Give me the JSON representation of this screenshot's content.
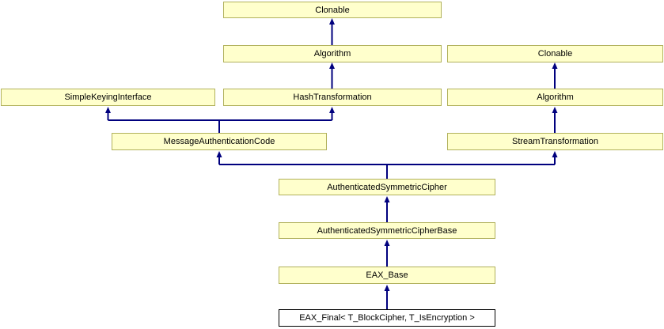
{
  "diagram": {
    "type": "class-inheritance-graph",
    "colors": {
      "node_fill": "#ffffcc",
      "node_border": "#b1b15c",
      "current_node_fill": "#ffffff",
      "current_node_border": "#000000",
      "edge": "#00007e",
      "text": "#000000",
      "background": "#ffffff"
    },
    "nodes": [
      {
        "id": "clonable-top",
        "label": "Clonable"
      },
      {
        "id": "algorithm-mid",
        "label": "Algorithm"
      },
      {
        "id": "clonable-right",
        "label": "Clonable"
      },
      {
        "id": "ski",
        "label": "SimpleKeyingInterface"
      },
      {
        "id": "hash-transformation",
        "label": "HashTransformation"
      },
      {
        "id": "algorithm-right",
        "label": "Algorithm"
      },
      {
        "id": "mac",
        "label": "MessageAuthenticationCode"
      },
      {
        "id": "stream-transformation",
        "label": "StreamTransformation"
      },
      {
        "id": "asc",
        "label": "AuthenticatedSymmetricCipher"
      },
      {
        "id": "ascb",
        "label": "AuthenticatedSymmetricCipherBase"
      },
      {
        "id": "eax-base",
        "label": "EAX_Base"
      },
      {
        "id": "eax-final",
        "label": "EAX_Final< T_BlockCipher, T_IsEncryption >"
      }
    ],
    "edges": [
      {
        "child": "algorithm-mid",
        "parent": "clonable-top"
      },
      {
        "child": "hash-transformation",
        "parent": "algorithm-mid"
      },
      {
        "child": "algorithm-right",
        "parent": "clonable-right"
      },
      {
        "child": "stream-transformation",
        "parent": "algorithm-right"
      },
      {
        "child": "mac",
        "parent": "ski"
      },
      {
        "child": "mac",
        "parent": "hash-transformation"
      },
      {
        "child": "asc",
        "parent": "mac"
      },
      {
        "child": "asc",
        "parent": "stream-transformation"
      },
      {
        "child": "ascb",
        "parent": "asc"
      },
      {
        "child": "eax-base",
        "parent": "ascb"
      },
      {
        "child": "eax-final",
        "parent": "eax-base"
      }
    ]
  }
}
